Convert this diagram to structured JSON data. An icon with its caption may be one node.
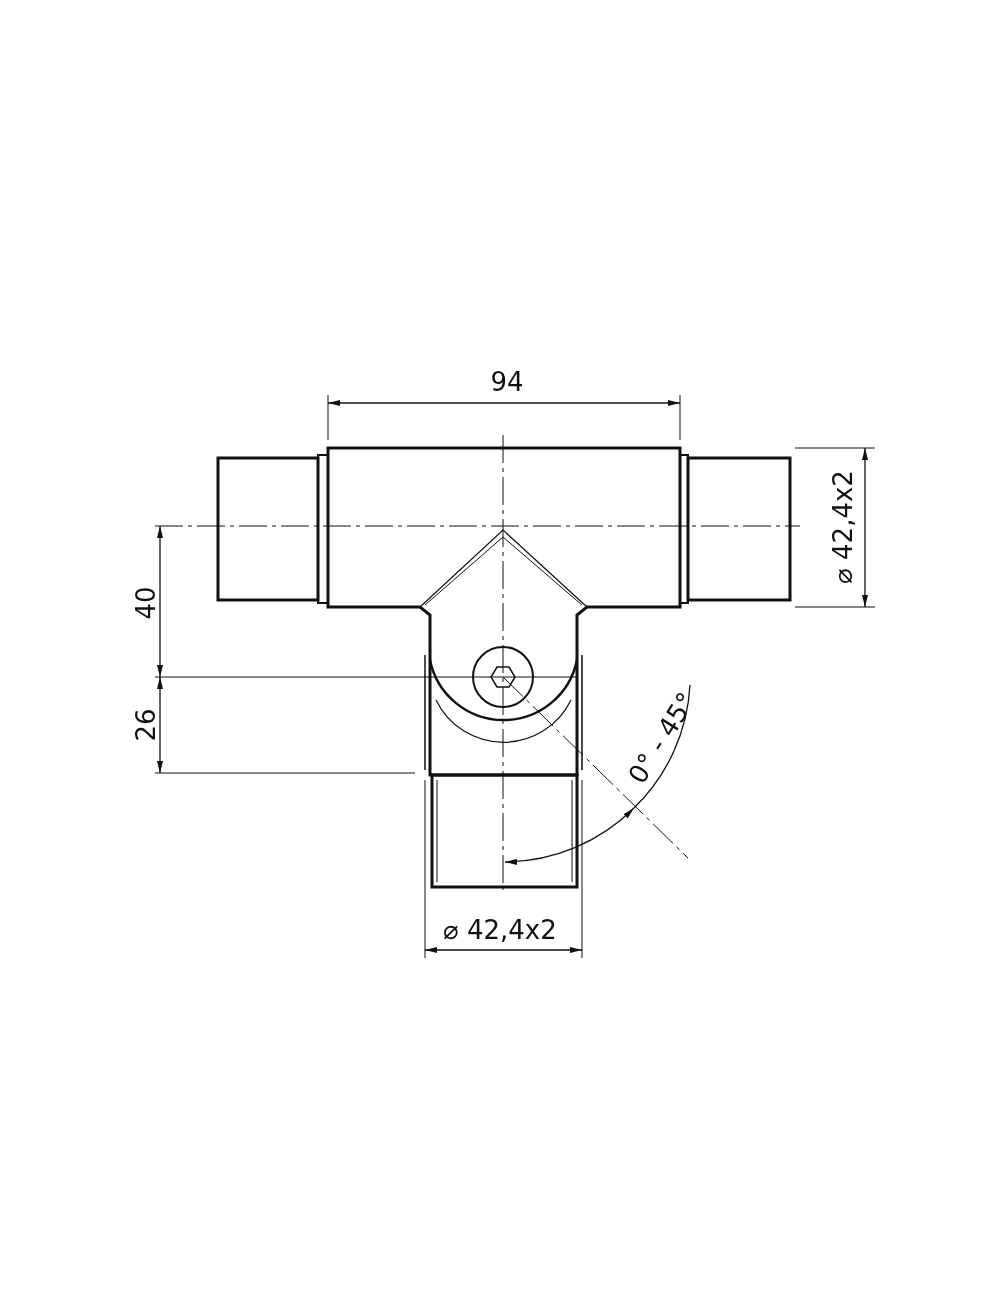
{
  "diagram": {
    "labels": [
      "94",
      "⌀ 42,4x2",
      "40",
      "26",
      "0° - 45°",
      "⌀ 42,4x2"
    ]
  }
}
